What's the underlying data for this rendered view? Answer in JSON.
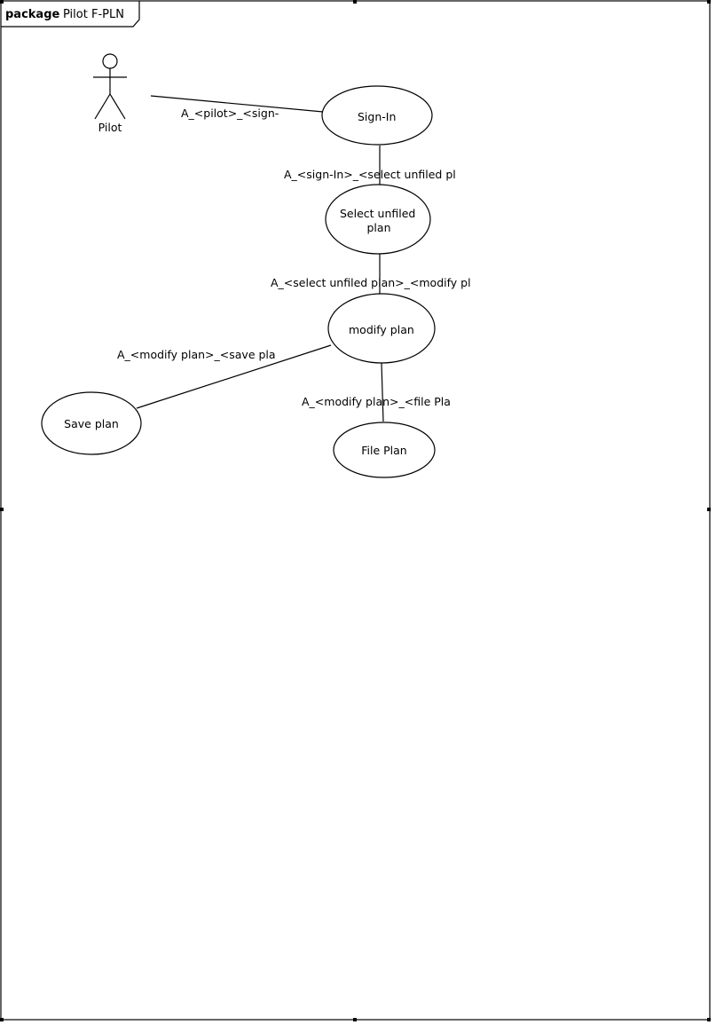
{
  "package": {
    "keyword": "package",
    "name": "Pilot F-PLN"
  },
  "actor": {
    "name": "Pilot"
  },
  "use_cases": {
    "sign_in": "Sign-In",
    "select_unfiled_line1": "Select unfiled",
    "select_unfiled_line2": "plan",
    "modify_plan": "modify plan",
    "save_plan": "Save plan",
    "file_plan": "File Plan"
  },
  "associations": {
    "pilot_signin": "A_<pilot>_<sign-",
    "signin_select": "A_<sign-In>_<select unfiled pl",
    "select_modify": "A_<select unfiled plan>_<modify pl",
    "modify_save": "A_<modify plan>_<save pla",
    "modify_file": "A_<modify plan>_<file Pla"
  }
}
